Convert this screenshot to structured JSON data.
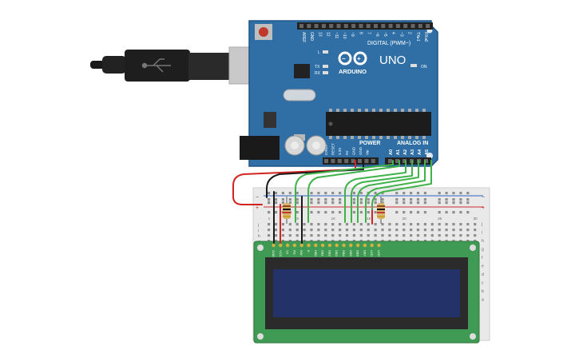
{
  "colors": {
    "board": "#2f6fa5",
    "board_edge": "#1f5585",
    "header": "#222222",
    "breadboard": "#e9e9e9",
    "rail_red": "#d22b2b",
    "rail_blue": "#2a62c2",
    "wire_green": "#3fb24a",
    "wire_red": "#d22222",
    "wire_black": "#1a1a1a",
    "lcd_pcb": "#3f9b53",
    "lcd_bezel": "#2b2b2b",
    "lcd_glass": "#23336a"
  },
  "arduino": {
    "logo_text": "ARDUINO",
    "model": "UNO",
    "digital_label": "DIGITAL (PWM~)",
    "on_label": "ON",
    "l_label": "L",
    "tx_label": "TX",
    "rx_label": "RX",
    "power_label": "POWER",
    "analog_label": "ANALOG IN",
    "digital_pins": [
      "AREF",
      "GND",
      "13",
      "12",
      "~11",
      "~10",
      "~9",
      "8",
      "7",
      "~6",
      "~5",
      "4",
      "~3",
      "2",
      "TX▸1",
      "RX◂0"
    ],
    "power_pins": [
      "IOREF",
      "RESET",
      "3.3V",
      "5V",
      "GND",
      "GND",
      "Vin"
    ],
    "analog_pins": [
      "A0",
      "A1",
      "A2",
      "A3",
      "A4",
      "A5"
    ]
  },
  "breadboard": {
    "column_numbers": [
      "1",
      "",
      "",
      "",
      "5",
      "",
      "",
      "",
      "",
      "10",
      "",
      "",
      "",
      "",
      "15",
      "",
      "",
      "",
      "",
      "20",
      "",
      "",
      "",
      "",
      "25",
      "",
      "",
      "",
      "",
      "30"
    ],
    "row_letters_right": [
      "j",
      "i",
      "h",
      "g",
      "f",
      "e",
      "d",
      "c",
      "b",
      "a"
    ],
    "row_letters_left": [
      "j",
      "i",
      "h",
      "g",
      "f"
    ],
    "rail_signs": [
      "+",
      "−"
    ]
  },
  "lcd": {
    "pin_labels": [
      "GND",
      "VCC",
      "V0",
      "RS",
      "RW",
      "E",
      "DB0",
      "DB1",
      "DB2",
      "DB3",
      "DB4",
      "DB5",
      "DB6",
      "DB7",
      "LED",
      "LED"
    ]
  }
}
